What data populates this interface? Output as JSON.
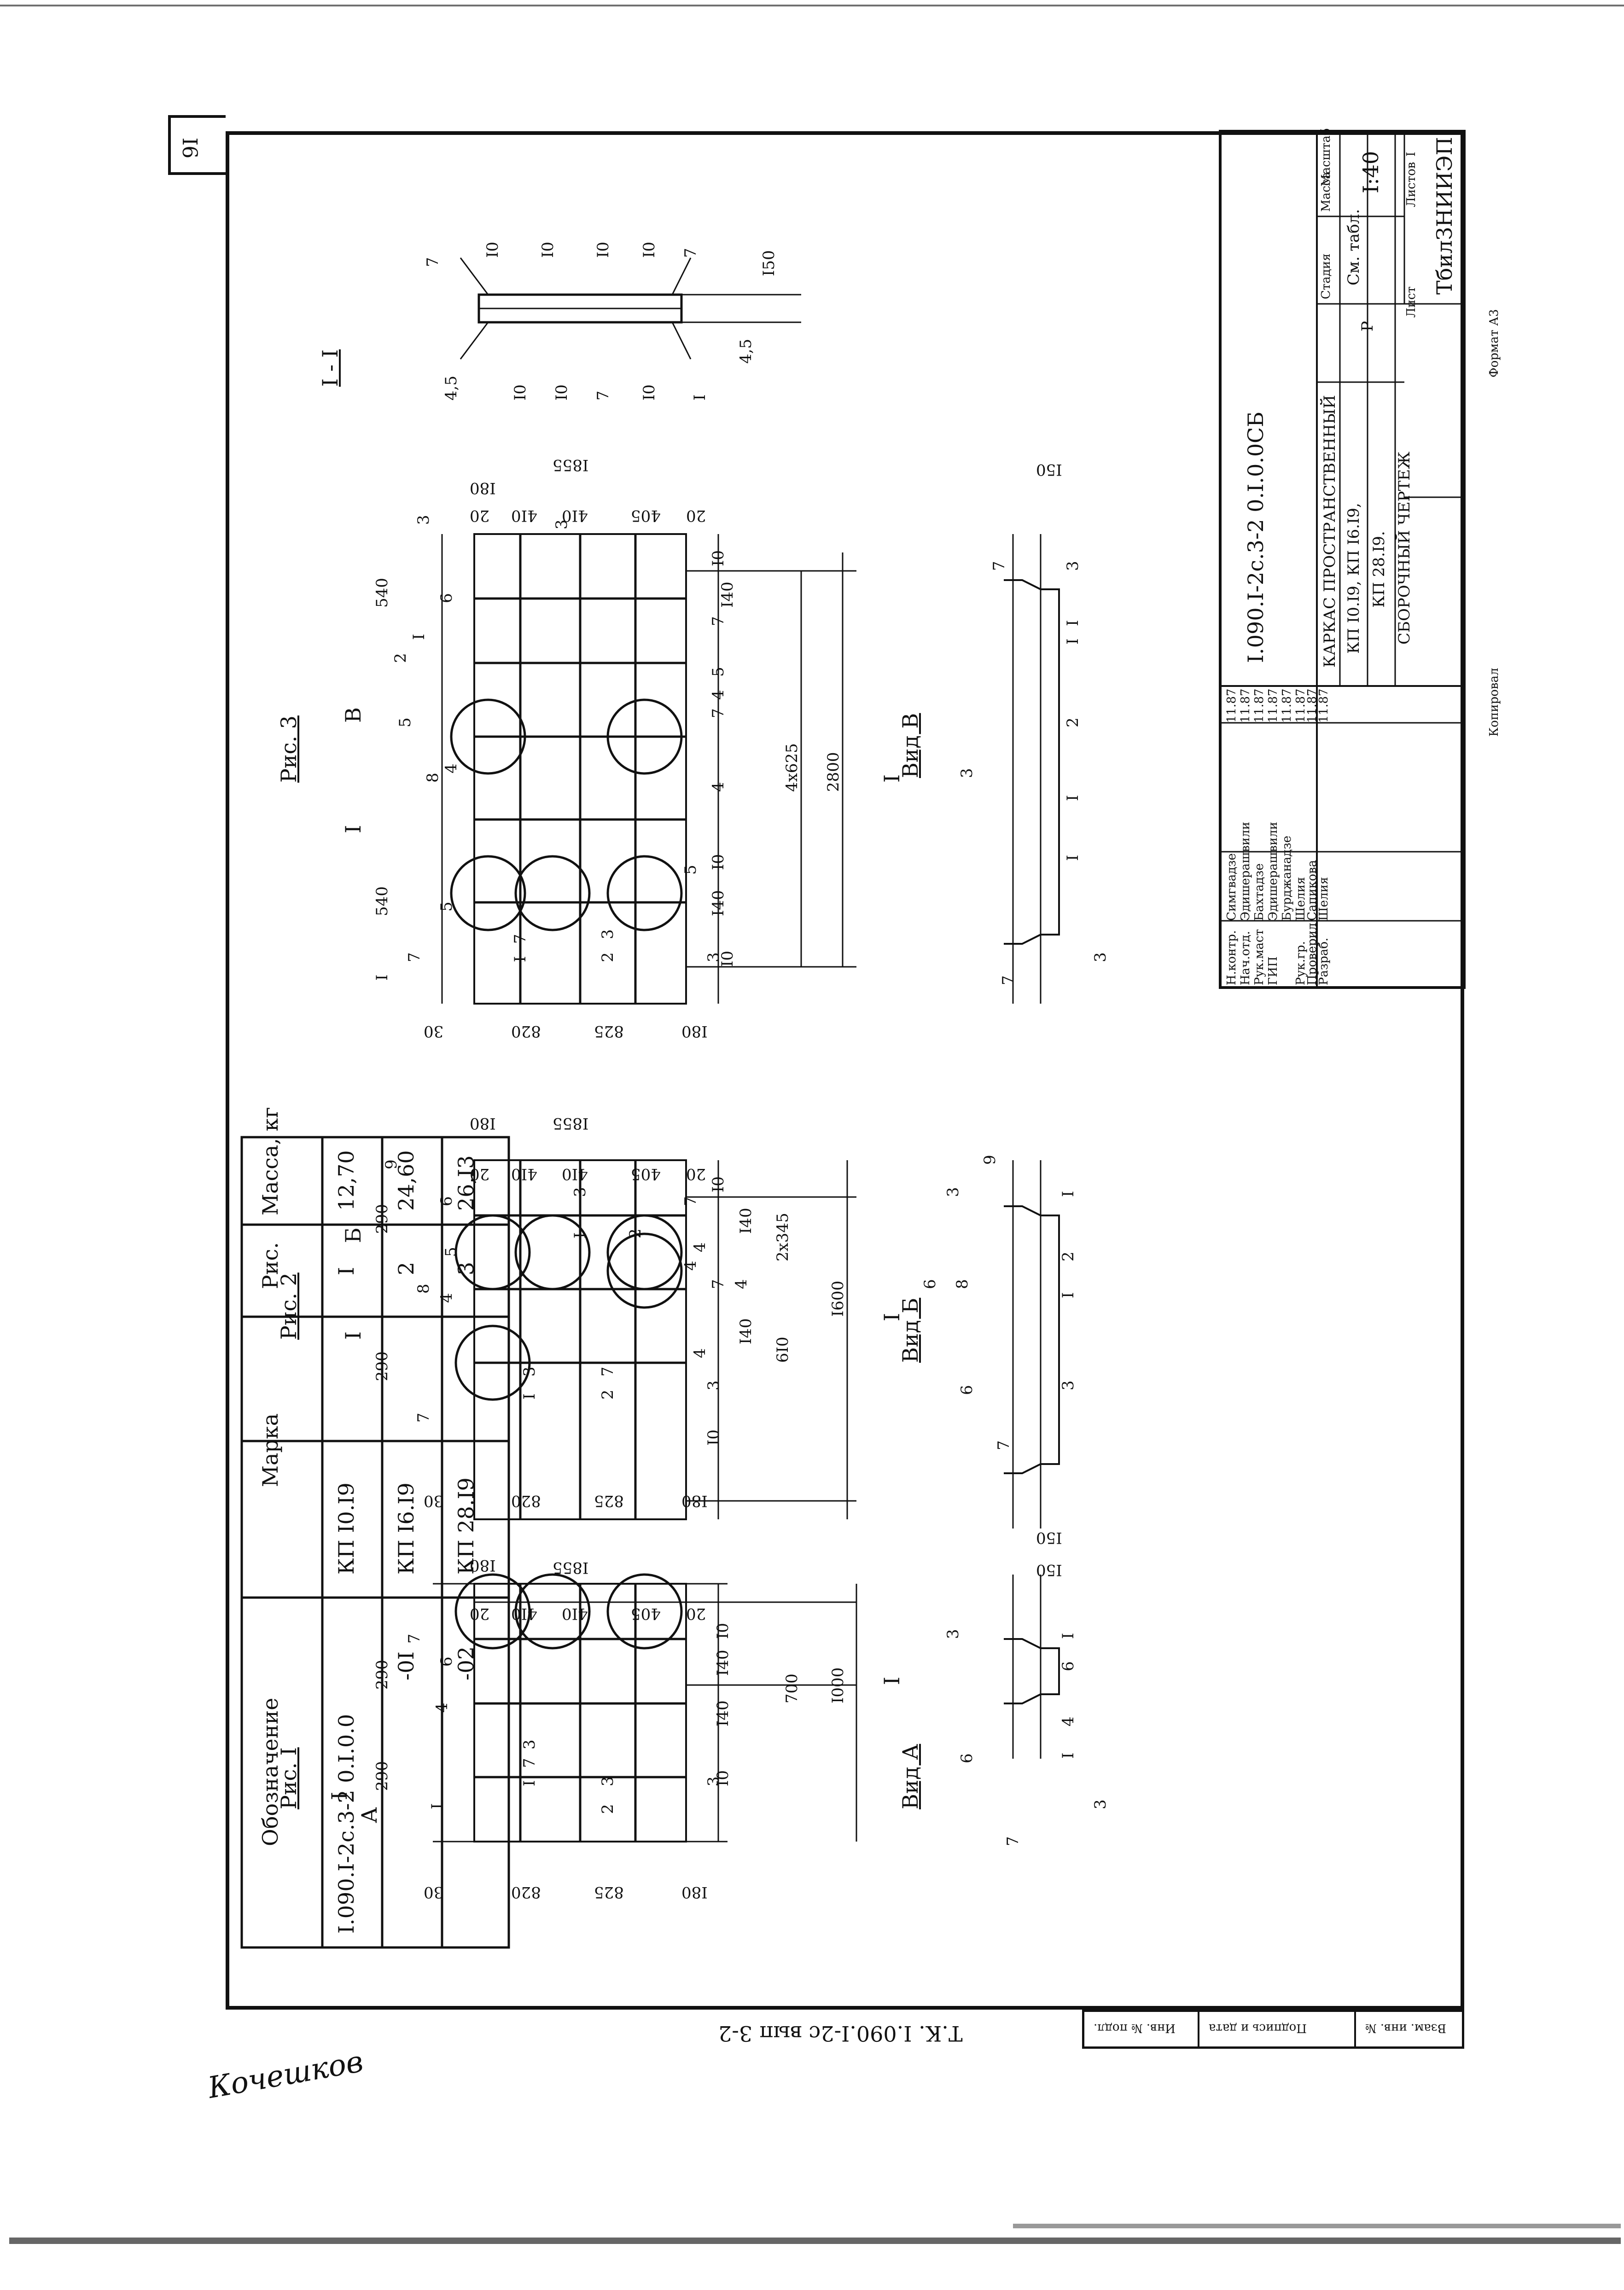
{
  "sheet": {
    "sheet_no": "I6",
    "doc_code": "I.090.I-2c.3-2 0.I.0.0СБ",
    "title_lines": [
      "КАРКАС ПРОСТРАНСТВЕННЫЙ",
      "КП I0.I9, КП I6.I9,",
      "КП 28.I9.",
      "СБОРОЧНЫЙ ЧЕРТЕЖ"
    ],
    "org": "ТбилЗНИИЭП",
    "format_label": "Формат А3",
    "copied_label": "Копировал",
    "series_code": "Т.К. I.090.I-2с вып 3-2",
    "signature": "Кочешков"
  },
  "title_block": {
    "col_headers": [
      "Стадия",
      "Масса",
      "Масштаб"
    ],
    "stage": "Р",
    "mass": "См. табл.",
    "scale": "I:40",
    "sheet_label": "Лист",
    "sheets_label": "Листов",
    "sheets_value": "I",
    "roles": [
      {
        "role": "Н.контр.",
        "name": "Симгвадзе",
        "date": "11.87"
      },
      {
        "role": "Нач.отд.",
        "name": "Эдишерашвили",
        "date": "11.87"
      },
      {
        "role": "Рук.маст",
        "name": "Бахтадзе",
        "date": "11.87"
      },
      {
        "role": "ГИП",
        "name": "Эдишерашвили",
        "date": "11.87"
      },
      {
        "role": "",
        "name": "Бурджанадзе",
        "date": "11.87"
      },
      {
        "role": "Рук.гр.",
        "name": "Шелия",
        "date": "11.87"
      },
      {
        "role": "Проверил",
        "name": "Сапикова",
        "date": "11.87"
      },
      {
        "role": "Разраб.",
        "name": "Шелия",
        "date": "11.87"
      }
    ]
  },
  "spec_table": {
    "headers": [
      "Обозначение",
      "Марка",
      "Рис.",
      "Масса, кг"
    ],
    "rows": [
      {
        "designation": "I.090.I-2c.3-2 0.I.0.0",
        "mark": "КП I0.I9",
        "fig": "I",
        "mass": "12,70"
      },
      {
        "designation": "-0I",
        "mark": "КП I6.I9",
        "fig": "2",
        "mass": "24,60"
      },
      {
        "designation": "-02",
        "mark": "КП 28.I9",
        "fig": "3",
        "mass": "26,I3"
      }
    ]
  },
  "stamp": {
    "cells": [
      "Инв. № подл.",
      "Подпись и дата",
      "Взам. инв. №"
    ]
  },
  "figures": {
    "fig1": {
      "title": "Рис. I",
      "view_title": "Вид А",
      "section_marks": [
        "А",
        "I",
        "I"
      ],
      "dims_left": [
        "30",
        "820",
        "825",
        "I80"
      ],
      "dims_right": [
        "I80",
        "20",
        "4I0",
        "4I0",
        "405",
        "20"
      ],
      "total_right": "I855",
      "dims_bottom": [
        "290",
        "290",
        "I40",
        "I0",
        "I40",
        "I0"
      ],
      "dim_700": "700",
      "dim_1000": "I000",
      "callouts": [
        "I",
        "2",
        "3",
        "4",
        "6",
        "7",
        "I",
        "7",
        "3",
        "3"
      ],
      "view_callouts": [
        "7",
        "6",
        "3",
        "I",
        "4",
        "6",
        "I",
        "3"
      ],
      "view_dim": "I50"
    },
    "fig2": {
      "title": "Рис. 2",
      "view_title": "Вид Б",
      "section_marks": [
        "I",
        "Б",
        "I"
      ],
      "dims_left": [
        "30",
        "820",
        "825",
        "I80"
      ],
      "dims_right": [
        "I80",
        "20",
        "4I0",
        "4I0",
        "405",
        "20"
      ],
      "total_right": "I855",
      "dims_bottom": [
        "290",
        "290",
        "I0",
        "4",
        "I40",
        "7",
        "4",
        "I40",
        "I0",
        "4"
      ],
      "dim_610": "6I0",
      "dim_2x345": "2х345",
      "dim_1600": "I600",
      "callouts": [
        "9",
        "6",
        "5",
        "8",
        "4",
        "7",
        "I",
        "3",
        "2",
        "7",
        "3",
        "I",
        "2",
        "3",
        "7",
        "4"
      ],
      "view_callouts": [
        "7",
        "6",
        "8",
        "6",
        "3",
        "9",
        "2",
        "I",
        "I",
        "3"
      ],
      "view_dim": "I50"
    },
    "fig3": {
      "title": "Рис. 3",
      "view_title": "Вид В",
      "section_marks": [
        "I",
        "В",
        "I"
      ],
      "dims_left": [
        "30",
        "820",
        "825",
        "I80"
      ],
      "dims_right": [
        "I80",
        "20",
        "4I0",
        "4I0",
        "405",
        "20"
      ],
      "total_right": "I855",
      "dims_bottom": [
        "540",
        "540",
        "I40",
        "I0",
        "5",
        "I0",
        "4",
        "7",
        "4",
        "5",
        "7",
        "I40",
        "I0"
      ],
      "dim_4x625": "4х625",
      "dim_2800": "2800",
      "callouts": [
        "I",
        "5",
        "7",
        "8",
        "4",
        "5",
        "2",
        "I",
        "6",
        "3",
        "3",
        "I",
        "7",
        "2",
        "3",
        "3"
      ],
      "view_callouts": [
        "7",
        "3",
        "I",
        "3",
        "I",
        "2",
        "I",
        "I",
        "3",
        "7"
      ],
      "view_dim": "I50"
    },
    "section": {
      "title": "I - I",
      "labels_top": [
        "7",
        "I0",
        "I0",
        "I0",
        "I0",
        "7"
      ],
      "labels_bottom": [
        "I0",
        "I0",
        "7",
        "I0",
        "I"
      ],
      "dim_45_a": "4,5",
      "dim_45_b": "4,5",
      "dim_150": "I50"
    }
  }
}
